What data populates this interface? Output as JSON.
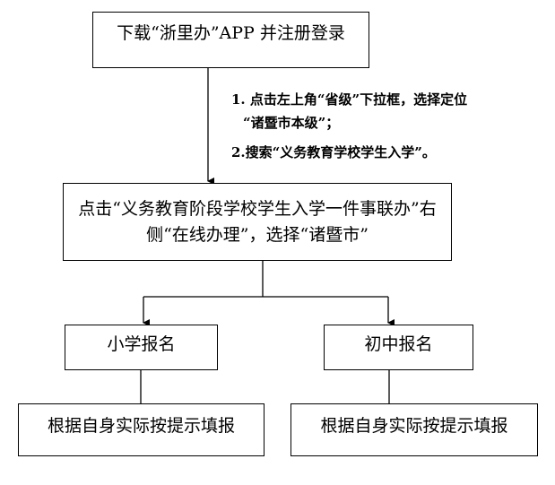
{
  "steps": {
    "download": "下载“浙里办”APP 并注册登录",
    "click_service": "点击“义务教育阶段学校学生入学一件事联办”右侧“在线办理”，选择“诸暨市”",
    "primary": "小学报名",
    "junior": "初中报名",
    "fill_primary": "根据自身实际按提示填报",
    "fill_junior": "根据自身实际按提示填报"
  },
  "notes": {
    "note1_line1": "1. 点击左上角“省级”下拉框，选择定位",
    "note1_line2": "“诸暨市本级”；",
    "note2": "2.搜索“义务教育学校学生入学”。"
  }
}
